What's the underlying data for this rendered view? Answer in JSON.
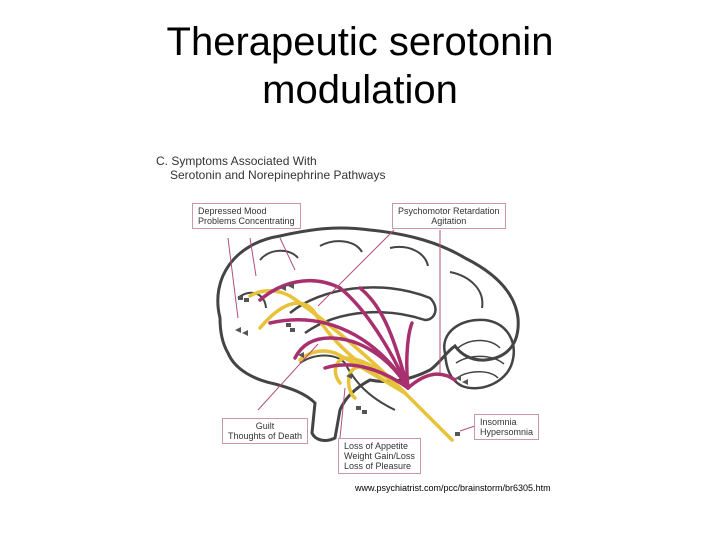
{
  "title": {
    "line1": "Therapeutic serotonin",
    "line2": "modulation"
  },
  "figure": {
    "heading_line1": "C. Symptoms Associated With",
    "heading_line2": "Serotonin and Norepinephrine Pathways",
    "labels": {
      "mood": [
        "Depressed Mood",
        "Problems Concentrating"
      ],
      "psychomotor": [
        "Psychomotor Retardation",
        "Agitation"
      ],
      "guilt": [
        "Guilt",
        "Thoughts of Death"
      ],
      "appetite": [
        "Loss of Appetite",
        "Weight Gain/Loss",
        "Loss of Pleasure"
      ],
      "sleep": [
        "Insomnia",
        "Hypersomnia"
      ]
    },
    "colors": {
      "serotonin_pathway": "#e8c23a",
      "norepinephrine_pathway": "#a8306e",
      "outline": "#444444",
      "label_border": "#c89aa6",
      "leader_line": "#b0507a"
    }
  },
  "source": "www.psychiatrist.com/pcc/brainstorm/br6305.htm"
}
